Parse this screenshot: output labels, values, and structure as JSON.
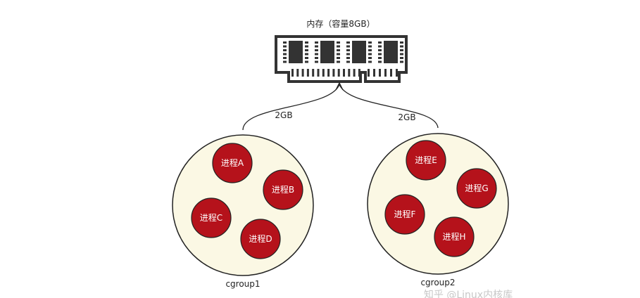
{
  "memory": {
    "title": "内存（容量8GB）"
  },
  "links": [
    {
      "label": "2GB"
    },
    {
      "label": "2GB"
    }
  ],
  "cgroups": [
    {
      "name": "cgroup1",
      "processes": [
        "进程A",
        "进程B",
        "进程C",
        "进程D"
      ]
    },
    {
      "name": "cgroup2",
      "processes": [
        "进程E",
        "进程G",
        "进程F",
        "进程H"
      ]
    }
  ],
  "watermark": "知乎 @Linux内核库",
  "colors": {
    "process": "#b5121b",
    "group_fill": "#fbf8e4",
    "stroke": "#222222"
  }
}
